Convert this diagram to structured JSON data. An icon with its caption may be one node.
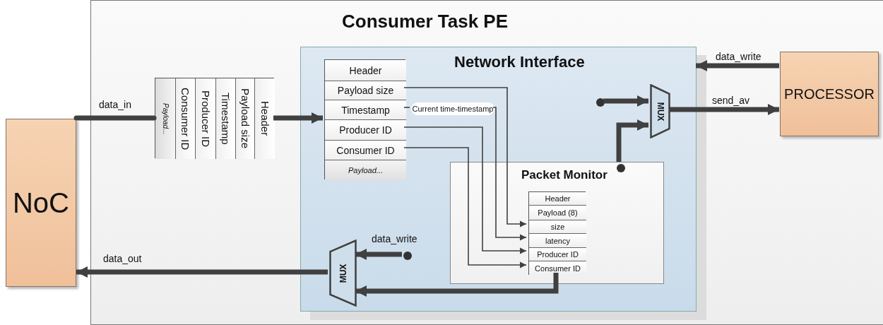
{
  "diagram": {
    "nodes": [
      {
        "text": [
          "Consumer Task PE"
        ]
      },
      {
        "text": [
          "NoC"
        ]
      },
      {
        "text": [],
        "shape": "box",
        "in": 0
      },
      {
        "text": [
          "Payload..."
        ],
        "in": 2
      },
      {
        "text": [
          "Consumer ID"
        ],
        "in": 2
      },
      {
        "text": [
          "Producer ID"
        ],
        "in": 2
      },
      {
        "text": [
          "Timestamp"
        ],
        "in": 2
      },
      {
        "text": [
          "Payload size"
        ],
        "in": 2
      },
      {
        "text": [
          "Header"
        ],
        "in": 2
      },
      {
        "text": [
          "Network Interface"
        ],
        "in": 0
      },
      {
        "text": [],
        "shape": "box",
        "in": 9
      },
      {
        "text": [
          "Header"
        ],
        "in": 10
      },
      {
        "text": [
          "Payload size"
        ],
        "in": 10
      },
      {
        "text": [
          "Timestamp"
        ],
        "in": 10
      },
      {
        "text": [
          "Producer ID"
        ],
        "in": 10
      },
      {
        "text": [
          "Consumer ID"
        ],
        "in": 10
      },
      {
        "text": [
          "Payload..."
        ],
        "in": 10
      },
      {
        "text": [
          "Current time-timestamp"
        ],
        "in": 9
      },
      {
        "text": [
          "Packet Monitor"
        ],
        "in": 9
      },
      {
        "text": [],
        "shape": "box",
        "in": 18
      },
      {
        "text": [
          "Header"
        ],
        "in": 19
      },
      {
        "text": [
          "Payload (8)"
        ],
        "in": 19
      },
      {
        "text": [
          "size"
        ],
        "in": 19
      },
      {
        "text": [
          "latency"
        ],
        "in": 19
      },
      {
        "text": [
          "Producer ID"
        ],
        "in": 19
      },
      {
        "text": [
          "Consumer ID"
        ],
        "in": 19
      },
      {
        "text": [
          "MUX"
        ],
        "in": 9
      },
      {
        "text": [
          "MUX"
        ],
        "in": 9
      },
      {
        "text": [],
        "shape": "circle",
        "in": 9
      },
      {
        "text": [],
        "shape": "circle",
        "in": 18
      },
      {
        "text": [],
        "shape": "circle",
        "in": 9
      },
      {
        "text": [
          "PROCESSOR"
        ],
        "in": 0
      }
    ],
    "edges": [
      {
        "from": 1,
        "to": 2,
        "arrow": "none",
        "label": "data_in"
      },
      {
        "from": 2,
        "to": 10,
        "arrow": "to"
      },
      {
        "from": 12,
        "to": 22,
        "arrow": "to"
      },
      {
        "from": 13,
        "to": 17,
        "arrow": "none"
      },
      {
        "from": 17,
        "to": 23,
        "arrow": "to"
      },
      {
        "from": 14,
        "to": 24,
        "arrow": "to"
      },
      {
        "from": 15,
        "to": 25,
        "arrow": "to"
      },
      {
        "from": 31,
        "to": 9,
        "arrow": "to",
        "label": "data_write"
      },
      {
        "from": 28,
        "to": 26,
        "arrow": "to"
      },
      {
        "from": 29,
        "to": 26,
        "arrow": "to"
      },
      {
        "from": 26,
        "to": 31,
        "arrow": "to",
        "label": "send_av"
      },
      {
        "from": 30,
        "to": 27,
        "arrow": "to",
        "label": "data_write"
      },
      {
        "from": 19,
        "to": 27,
        "arrow": "to"
      },
      {
        "from": 27,
        "to": 1,
        "arrow": "to",
        "label": "data_out"
      }
    ]
  }
}
